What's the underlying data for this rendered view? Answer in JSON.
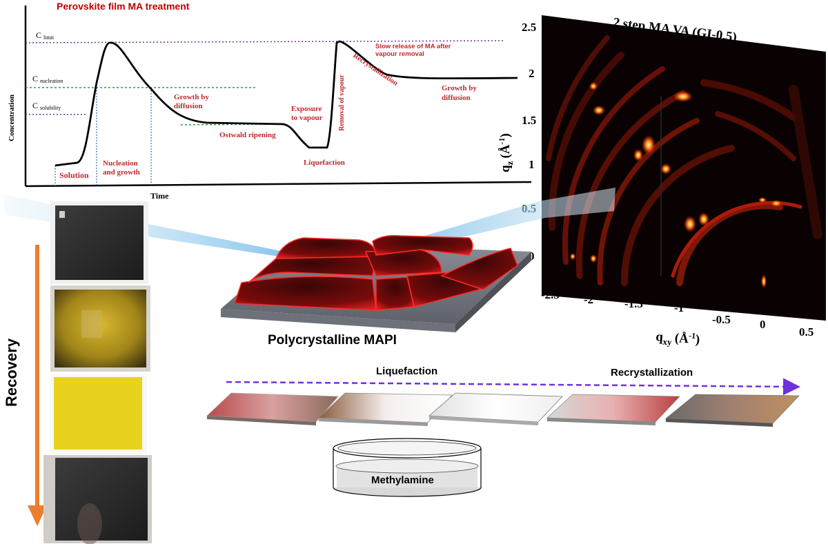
{
  "curve_panel": {
    "title": "Perovskite film MA treatment",
    "y_axis_label": "Concentration",
    "x_axis_label": "Time",
    "levels": {
      "limit": {
        "main": "C",
        "sub": "limit"
      },
      "nucleation": {
        "main": "C",
        "sub": "nucleation"
      },
      "solubility": {
        "main": "C",
        "sub": "solubility"
      }
    },
    "stage_labels": {
      "solution": "Solution",
      "nucleation_1": "Nucleation",
      "nucleation_2": "and growth",
      "growth_diffusion_1_a": "Growth by",
      "growth_diffusion_1_b": "diffusion",
      "ostwald": "Ostwald ripening",
      "exposure_a": "Exposure",
      "exposure_b": "to vapour",
      "liquefaction": "Liquefaction",
      "removal": "Removal of vapour",
      "slow_release_a": "Slow release of MA after",
      "slow_release_b": "vapour removal",
      "recrystallization": "Recrystallization",
      "growth_diffusion_2_a": "Growth by",
      "growth_diffusion_2_b": "diffusion"
    }
  },
  "giwaxs": {
    "title": "2 step MA VA (GI-0.5)",
    "y_axis_label": {
      "q": "q",
      "sub": "z",
      "unit": "(Å",
      "sup": "-1",
      "close": ")"
    },
    "x_axis_label": {
      "q": "q",
      "sub": "xy",
      "unit": "(Å",
      "sup": "-1",
      "close": ")"
    },
    "y_ticks": [
      "2.5",
      "2",
      "1.5",
      "1",
      "0.5",
      "0"
    ],
    "x_ticks": [
      "-2.5",
      "-2",
      "-1.5",
      "-1",
      "-0.5",
      "0",
      "0.5"
    ]
  },
  "film": {
    "label": "Polycrystalline MAPI"
  },
  "process": {
    "liquefaction": "Liquefaction",
    "recrystallization": "Recrystallization",
    "dish_label": "Methylamine"
  },
  "recovery": {
    "label": "Recovery"
  },
  "colors": {
    "title_red": "#c00000",
    "stage_red": "#c0282d",
    "limit_line": "#7030a0",
    "nucleation_line": "#20a040",
    "arrow_orange": "#ed7d31",
    "arrow_purple": "#7030e0"
  }
}
